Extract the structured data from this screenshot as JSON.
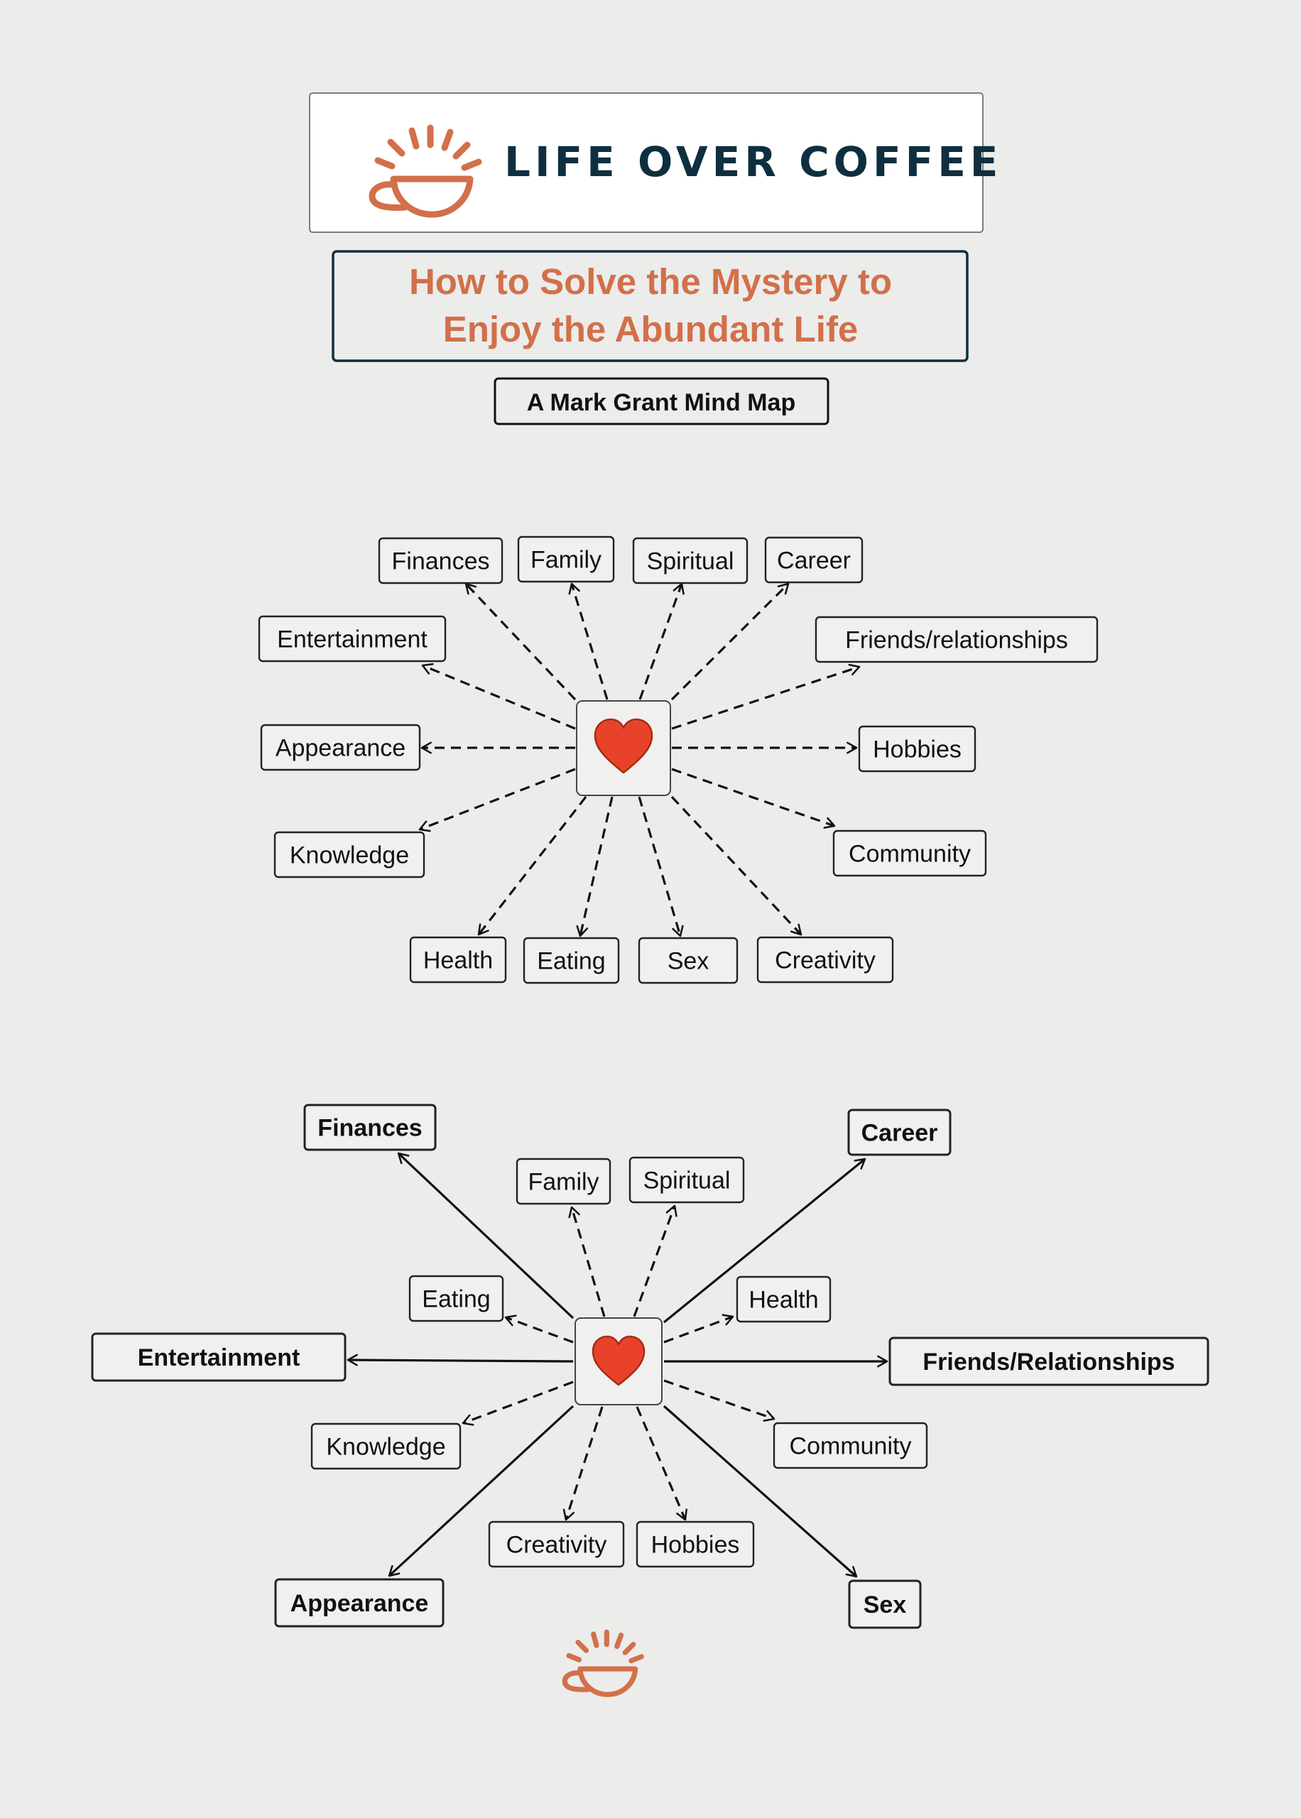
{
  "brand": {
    "name": "LIFE OVER COFFEE",
    "logo_icon": "coffee-cup-sunrise-icon",
    "logo_color": "#d2704a",
    "text_color": "#0e2f3f"
  },
  "title": {
    "line1": "How to Solve the Mystery to",
    "line2": "Enjoy the Abundant Life",
    "color": "#d2704a",
    "border_color": "#0e2f3f"
  },
  "subtitle": "A Mark Grant Mind Map",
  "center_icon": "heart-icon",
  "heart_color": "#e8432a",
  "map1": {
    "nodes": [
      {
        "label": "Finances",
        "bold": false
      },
      {
        "label": "Family",
        "bold": false
      },
      {
        "label": "Spiritual",
        "bold": false
      },
      {
        "label": "Career",
        "bold": false
      },
      {
        "label": "Entertainment",
        "bold": false
      },
      {
        "label": "Friends/relationships",
        "bold": false
      },
      {
        "label": "Appearance",
        "bold": false
      },
      {
        "label": "Hobbies",
        "bold": false
      },
      {
        "label": "Knowledge",
        "bold": false
      },
      {
        "label": "Community",
        "bold": false
      },
      {
        "label": "Health",
        "bold": false
      },
      {
        "label": "Eating",
        "bold": false
      },
      {
        "label": "Sex",
        "bold": false
      },
      {
        "label": "Creativity",
        "bold": false
      }
    ]
  },
  "map2": {
    "nodes": [
      {
        "label": "Finances",
        "bold": true
      },
      {
        "label": "Career",
        "bold": true
      },
      {
        "label": "Family",
        "bold": false
      },
      {
        "label": "Spiritual",
        "bold": false
      },
      {
        "label": "Eating",
        "bold": false
      },
      {
        "label": "Health",
        "bold": false
      },
      {
        "label": "Entertainment",
        "bold": true
      },
      {
        "label": "Friends/Relationships",
        "bold": true
      },
      {
        "label": "Knowledge",
        "bold": false
      },
      {
        "label": "Community",
        "bold": false
      },
      {
        "label": "Creativity",
        "bold": false
      },
      {
        "label": "Hobbies",
        "bold": false
      },
      {
        "label": "Appearance",
        "bold": true
      },
      {
        "label": "Sex",
        "bold": true
      }
    ]
  },
  "footer_icon": "coffee-cup-sunrise-icon"
}
